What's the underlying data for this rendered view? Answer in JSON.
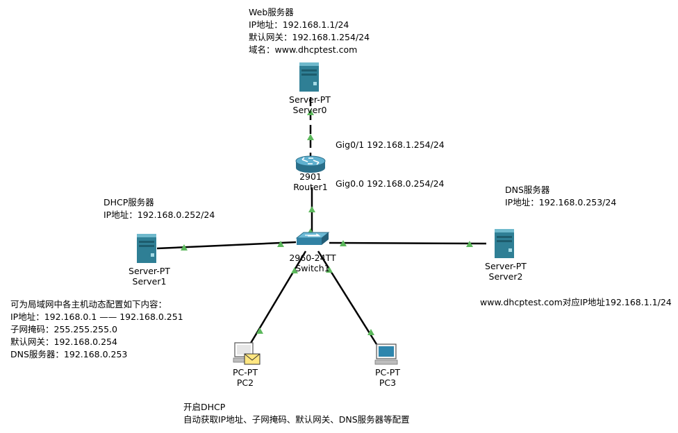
{
  "web_server_note": {
    "title": "Web服务器",
    "ip": "IP地址：192.168.1.1/24",
    "gateway": "默认网关：192.168.1.254/24",
    "domain": "域名：www.dhcptest.com"
  },
  "router_interfaces": {
    "gig01": "Gig0/1 192.168.1.254/24",
    "gig00": "Gig0.0 192.168.0.254/24"
  },
  "dhcp_server_note": {
    "title": "DHCP服务器",
    "ip": "IP地址：192.168.0.252/24"
  },
  "dns_server_note": {
    "title": "DNS服务器",
    "ip": "IP地址：192.168.0.253/24"
  },
  "dns_mapping_note": "www.dhcptest.com对应IP地址192.168.1.1/24",
  "dhcp_pool_note": {
    "line1": "可为局域网中各主机动态配置如下内容：",
    "line2": "IP地址：192.168.0.1 —— 192.168.0.251",
    "line3": "子网掩码：255.255.255.0",
    "line4": "默认网关：192.168.0.254",
    "line5": "DNS服务器：192.168.0.253"
  },
  "pc_dhcp_note": {
    "line1": "开启DHCP",
    "line2": "自动获取IP地址、子网掩码、默认网关、DNS服务器等配置"
  },
  "devices": {
    "server0": {
      "model": "Server-PT",
      "name": "Server0"
    },
    "router1": {
      "model": "2901",
      "name": "Router1"
    },
    "switch1": {
      "model": "2960-24TT",
      "name": "Switch1"
    },
    "server1": {
      "model": "Server-PT",
      "name": "Server1"
    },
    "server2": {
      "model": "Server-PT",
      "name": "Server2"
    },
    "pc2": {
      "model": "PC-PT",
      "name": "PC2"
    },
    "pc3": {
      "model": "PC-PT",
      "name": "PC3"
    }
  },
  "colors": {
    "link": "#000000",
    "link_up": "#5cb85c",
    "server": "#3a8ea3",
    "router": "#3d8fb0",
    "switch": "#3d8fb0"
  }
}
